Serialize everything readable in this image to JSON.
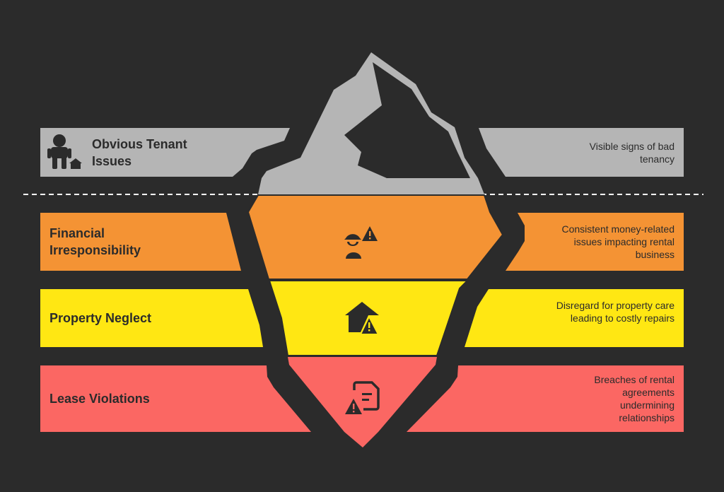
{
  "colors": {
    "background": "#2b2b2b",
    "visible": "#b5b5b5",
    "financial": "#f49334",
    "property": "#ffe713",
    "lease": "#fb6763"
  },
  "layers": [
    {
      "title": "Obvious Tenant Issues",
      "description": "Visible signs of bad tenancy",
      "icon": "tenant-house-icon"
    },
    {
      "title": "Financial Irresponsibility",
      "description": "Consistent money-related issues impacting rental business",
      "icon": "worker-warning-icon"
    },
    {
      "title": "Property Neglect",
      "description": "Disregard for property care leading to costly repairs",
      "icon": "house-warning-icon"
    },
    {
      "title": "Lease Violations",
      "description": "Breaches of rental agreements undermining relationships",
      "icon": "document-warning-icon"
    }
  ]
}
